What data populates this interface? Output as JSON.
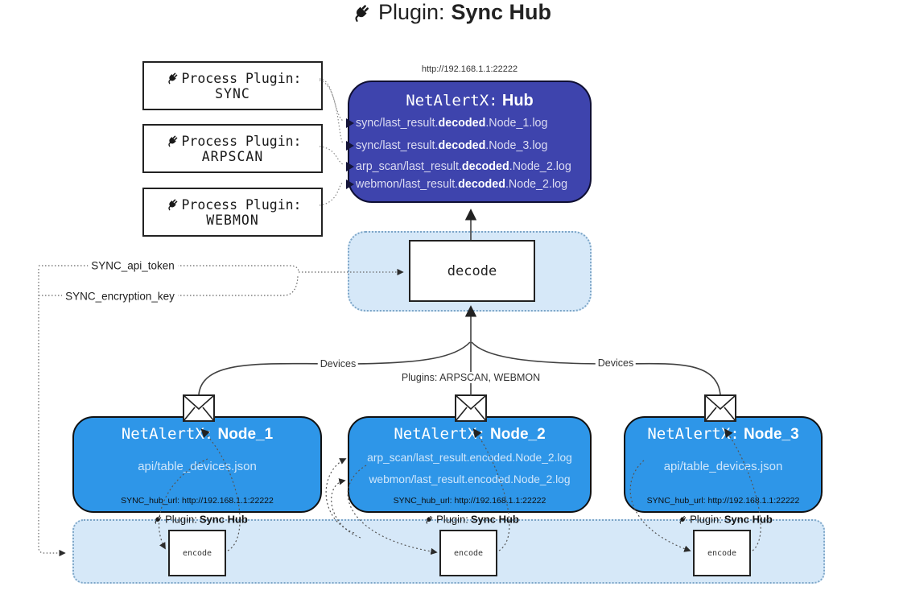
{
  "title": {
    "prefix": "Plugin:",
    "name": "Sync Hub"
  },
  "process_plugins": [
    {
      "label": "Process Plugin:",
      "name": "SYNC"
    },
    {
      "label": "Process Plugin:",
      "name": "ARPSCAN"
    },
    {
      "label": "Process Plugin:",
      "name": "WEBMON"
    }
  ],
  "hub": {
    "url": "http://192.168.1.1:22222",
    "title_prefix": "NetAlertX:",
    "title_name": "Hub",
    "files": [
      {
        "pre": "sync/last_result.",
        "bold": "decoded",
        "post": ".Node_1.log"
      },
      {
        "pre": "sync/last_result.",
        "bold": "decoded",
        "post": ".Node_3.log"
      },
      {
        "pre": "arp_scan/last_result.",
        "bold": "decoded",
        "post": ".Node_2.log"
      },
      {
        "pre": "webmon/last_result.",
        "bold": "decoded",
        "post": ".Node_2.log"
      }
    ]
  },
  "decode": {
    "label": "decode"
  },
  "secrets": {
    "api_token": "SYNC_api_token",
    "encryption_key": "SYNC_encryption_key"
  },
  "edge_labels": {
    "devices_left": "Devices",
    "plugins_mid": "Plugins: ARPSCAN, WEBMON",
    "devices_right": "Devices"
  },
  "nodes": [
    {
      "title_prefix": "NetAlertX:",
      "title_name": "Node_1",
      "files": [
        "api/table_devices.json"
      ],
      "footer": "SYNC_hub_url: http://192.168.1.1:22222"
    },
    {
      "title_prefix": "NetAlertX:",
      "title_name": "Node_2",
      "files": [
        "arp_scan/last_result.encoded.Node_2.log",
        "webmon/last_result.encoded.Node_2.log"
      ],
      "footer": "SYNC_hub_url: http://192.168.1.1:22222"
    },
    {
      "title_prefix": "NetAlertX:",
      "title_name": "Node_3",
      "files": [
        "api/table_devices.json"
      ],
      "footer": "SYNC_hub_url: http://192.168.1.1:22222"
    }
  ],
  "encoders": [
    {
      "plugin_prefix": "Plugin:",
      "plugin_name": "Sync Hub",
      "box": "encode"
    },
    {
      "plugin_prefix": "Plugin:",
      "plugin_name": "Sync Hub",
      "box": "encode"
    },
    {
      "plugin_prefix": "Plugin:",
      "plugin_name": "Sync Hub",
      "box": "encode"
    }
  ],
  "colors": {
    "hub": "#3e44ad",
    "node": "#2e96e8",
    "container": "#d6e8f8",
    "container_border": "#7da6c8"
  }
}
